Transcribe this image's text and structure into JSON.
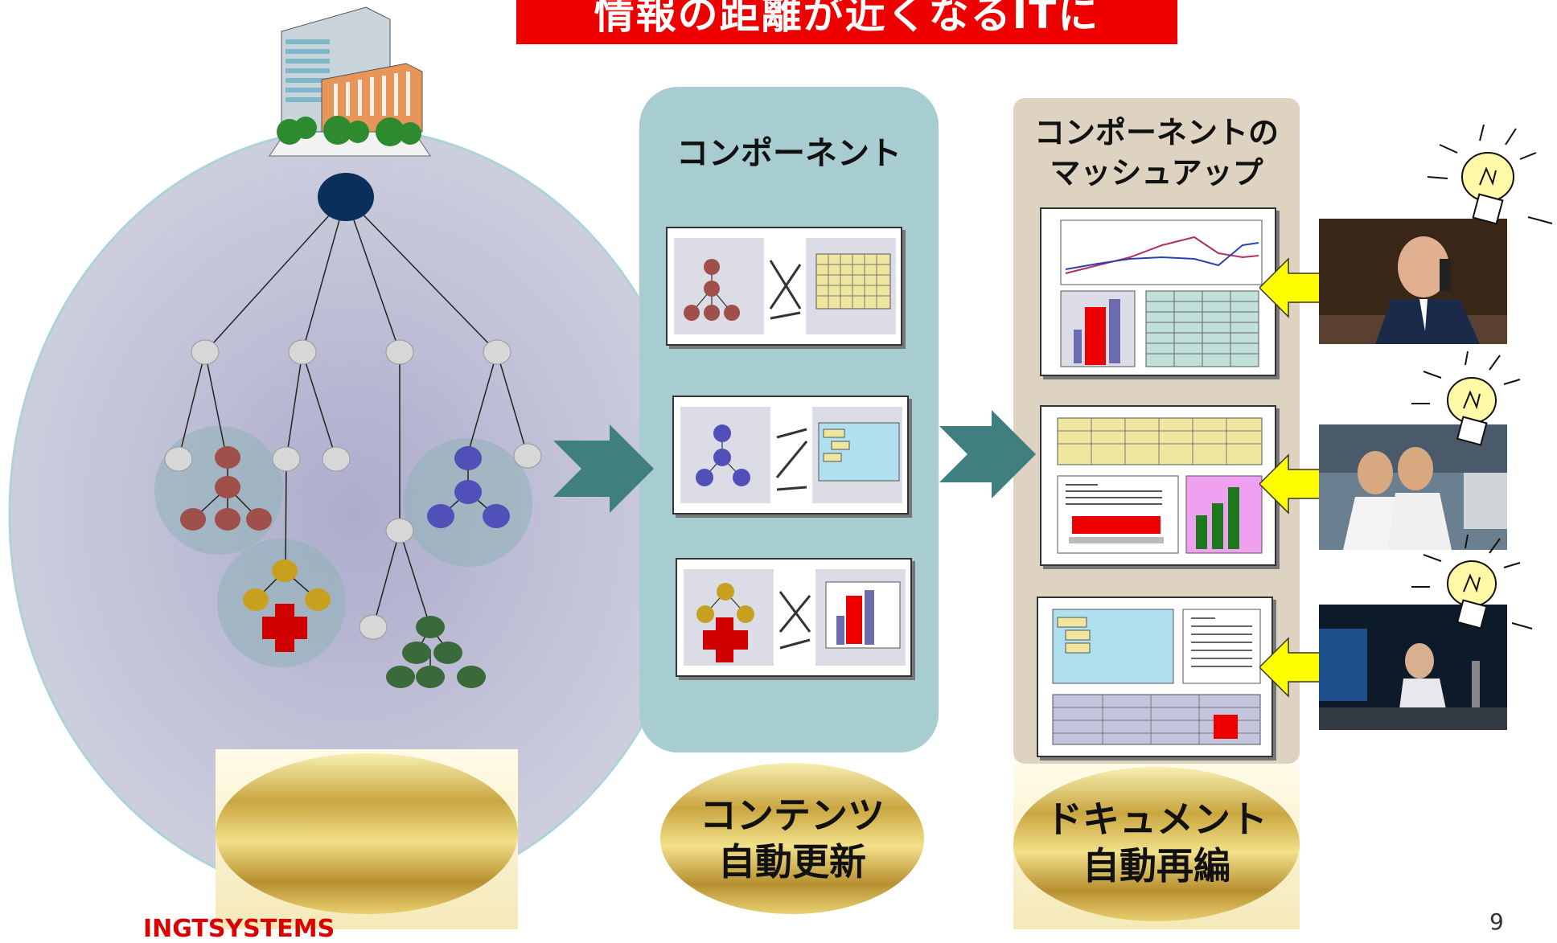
{
  "title": "情報の距離が近くなるITに",
  "component_panel": {
    "label": "コンポーネント"
  },
  "mashup_panel": {
    "label_line1": "コンポーネントの",
    "label_line2": "マッシュアップ"
  },
  "gold_labels": {
    "content_line1": "コンテンツ",
    "content_line2": "自動更新",
    "document_line1": "ドキュメント",
    "document_line2": "自動再編"
  },
  "footer": {
    "text": "INGTSYSTEMS",
    "page_number": "9"
  },
  "colors": {
    "banner": "#ee0000",
    "component_panel": "#a7cdd0",
    "mashup_panel": "#ddd3c0",
    "arrow": "#3f7f80",
    "callout_arrow": "#ffff00",
    "red_node": "#a0504a",
    "blue_node": "#5050b8",
    "yellow_node": "#c8a020",
    "green_node": "#3a6a3a",
    "root_node": "#0a2f5a"
  },
  "icons": [
    "building-icon",
    "lightbulb-icon",
    "red-cross-icon",
    "table-icon",
    "bar-chart-icon",
    "line-chart-icon"
  ]
}
